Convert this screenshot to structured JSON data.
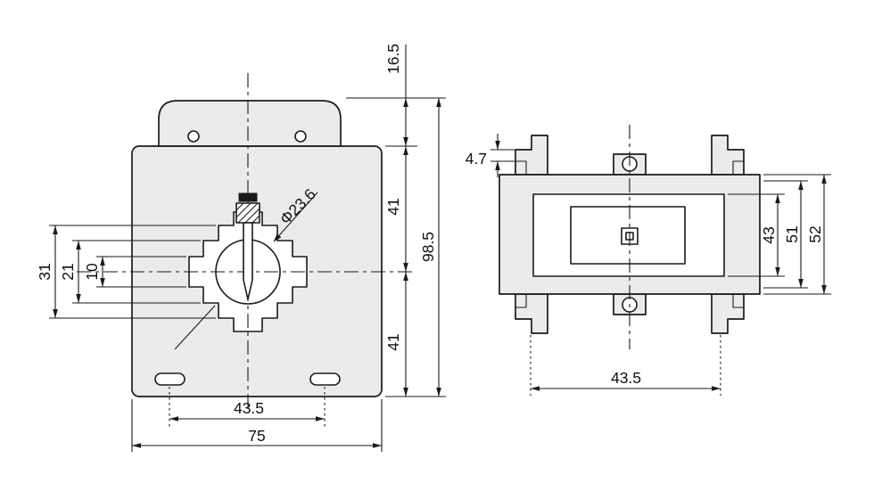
{
  "drawing": {
    "kind": "technical-dimension-drawing",
    "views": {
      "front": {
        "name": "front-view",
        "dims": {
          "tab_height": "16.5",
          "upper_center": "41",
          "lower_center": "41",
          "overall_height": "98.5",
          "window_step_outer": "31",
          "window_step_middle": "21",
          "window_step_inner": "10",
          "hole_diameter": "Φ23.6",
          "slot_spacing": "43.5",
          "overall_width": "75"
        }
      },
      "side": {
        "name": "side-view",
        "dims": {
          "clip_thickness": "4.7",
          "inner_height": "43",
          "body_height": "51",
          "overall_height": "52",
          "foot_spacing": "43.5"
        }
      }
    },
    "colors": {
      "body_fill": "#ebebeb",
      "line": "#1a1a1a",
      "background": "#ffffff"
    }
  }
}
